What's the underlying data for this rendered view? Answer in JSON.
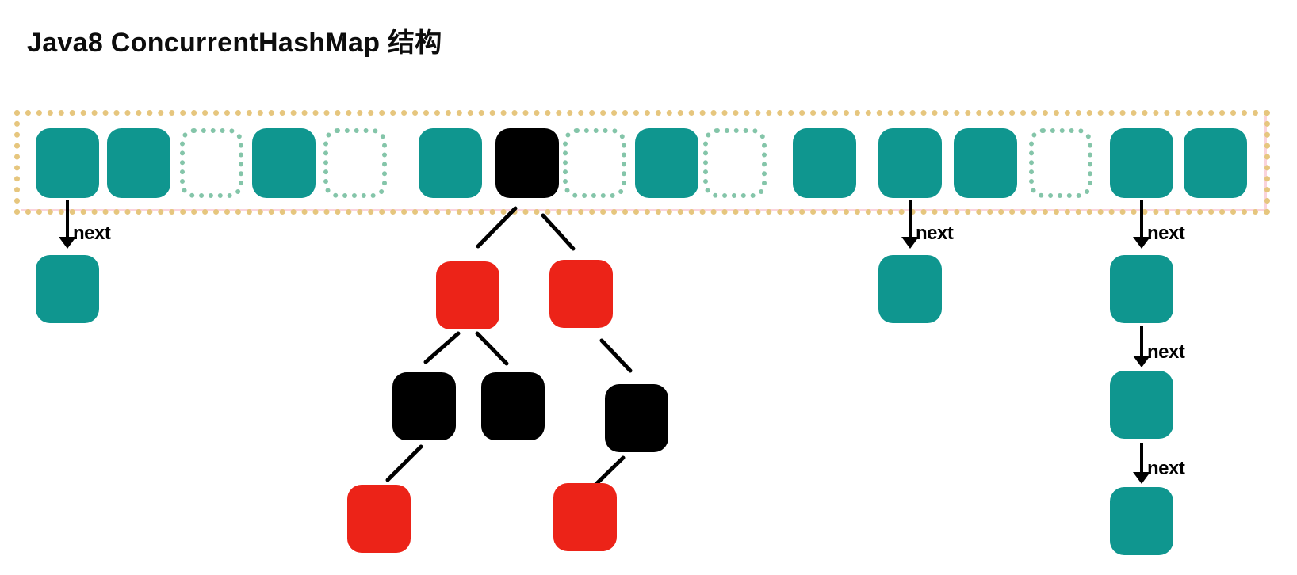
{
  "title": "Java8 ConcurrentHashMap 结构",
  "colors": {
    "node_teal": "#0F968F",
    "tree_red": "#EC2318",
    "tree_black": "#000000",
    "table_border_tan": "#E6C67E",
    "empty_dash_green": "#84C5A9",
    "accent_pink": "#F5AFC0",
    "arrow_black": "#000000"
  },
  "bucket_table": {
    "cells": [
      {
        "type": "node"
      },
      {
        "type": "node"
      },
      {
        "type": "empty"
      },
      {
        "type": "node"
      },
      {
        "type": "empty"
      },
      {
        "type": "node"
      },
      {
        "type": "tree-root"
      },
      {
        "type": "empty"
      },
      {
        "type": "node"
      },
      {
        "type": "empty"
      },
      {
        "type": "node"
      },
      {
        "type": "node"
      },
      {
        "type": "node"
      },
      {
        "type": "empty"
      },
      {
        "type": "node"
      },
      {
        "type": "node"
      }
    ]
  },
  "linked_lists": [
    {
      "from_cell_index": 0,
      "nodes": [
        {
          "arrow_label": "next"
        }
      ]
    },
    {
      "from_cell_index": 11,
      "nodes": [
        {
          "arrow_label": "next"
        }
      ]
    },
    {
      "from_cell_index": 14,
      "nodes": [
        {
          "arrow_label": "next"
        },
        {
          "arrow_label": "next"
        },
        {
          "arrow_label": "next"
        }
      ]
    }
  ],
  "red_black_tree": {
    "root_cell_index": 6,
    "nodes": [
      {
        "id": "red-left",
        "color": "red"
      },
      {
        "id": "red-right",
        "color": "red"
      },
      {
        "id": "black-left",
        "color": "black"
      },
      {
        "id": "black-mid",
        "color": "black"
      },
      {
        "id": "black-right",
        "color": "black"
      },
      {
        "id": "red-bottom-left",
        "color": "red"
      },
      {
        "id": "red-bottom-right",
        "color": "red"
      }
    ],
    "edges": [
      {
        "from": "root",
        "to": "red-left"
      },
      {
        "from": "root",
        "to": "red-right"
      },
      {
        "from": "red-left",
        "to": "black-left"
      },
      {
        "from": "red-left",
        "to": "black-mid"
      },
      {
        "from": "red-right",
        "to": "black-right"
      },
      {
        "from": "black-left",
        "to": "red-bottom-left"
      },
      {
        "from": "black-right",
        "to": "red-bottom-right"
      }
    ]
  }
}
